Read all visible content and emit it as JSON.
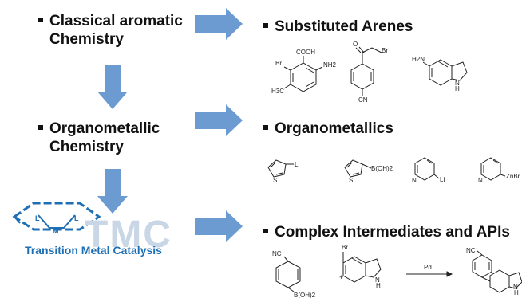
{
  "left": {
    "classical": [
      "Classical aromatic",
      "Chemistry"
    ],
    "organometallic": [
      "Organometallic",
      "Chemistry"
    ],
    "tmc_logo": "TMC",
    "tmc_label": "Transition Metal Catalysis"
  },
  "right": {
    "substituted": "Substituted Arenes",
    "organometallics": "Organometallics",
    "complex": "Complex Intermediates and APIs"
  },
  "molecules": {
    "m1": {
      "cooh": "COOH",
      "br": "Br",
      "nh2": "NH2",
      "h3c": "H3C"
    },
    "m2": {
      "o": "O",
      "br": "Br",
      "cn": "CN"
    },
    "m3": {
      "h2n": "H2N",
      "nh": "N",
      "h": "H"
    },
    "o1": {
      "s": "S",
      "li": "Li"
    },
    "o2": {
      "s": "S",
      "boh": "B(OH)2"
    },
    "o3": {
      "n": "N",
      "li": "Li"
    },
    "o4": {
      "n": "N",
      "znbr": "ZnBr"
    },
    "r1": {
      "nc": "NC",
      "boh": "B(OH)2"
    },
    "r2": {
      "br": "Br",
      "n": "N",
      "h": "H"
    },
    "plus": "+",
    "catalyst": "Pd",
    "p": {
      "nc": "NC",
      "n": "N",
      "h": "H"
    }
  },
  "colors": {
    "arrow": "#6b9bd1",
    "tmc": "#1f6fb5",
    "tmc_logo": "#c9d6e6"
  }
}
